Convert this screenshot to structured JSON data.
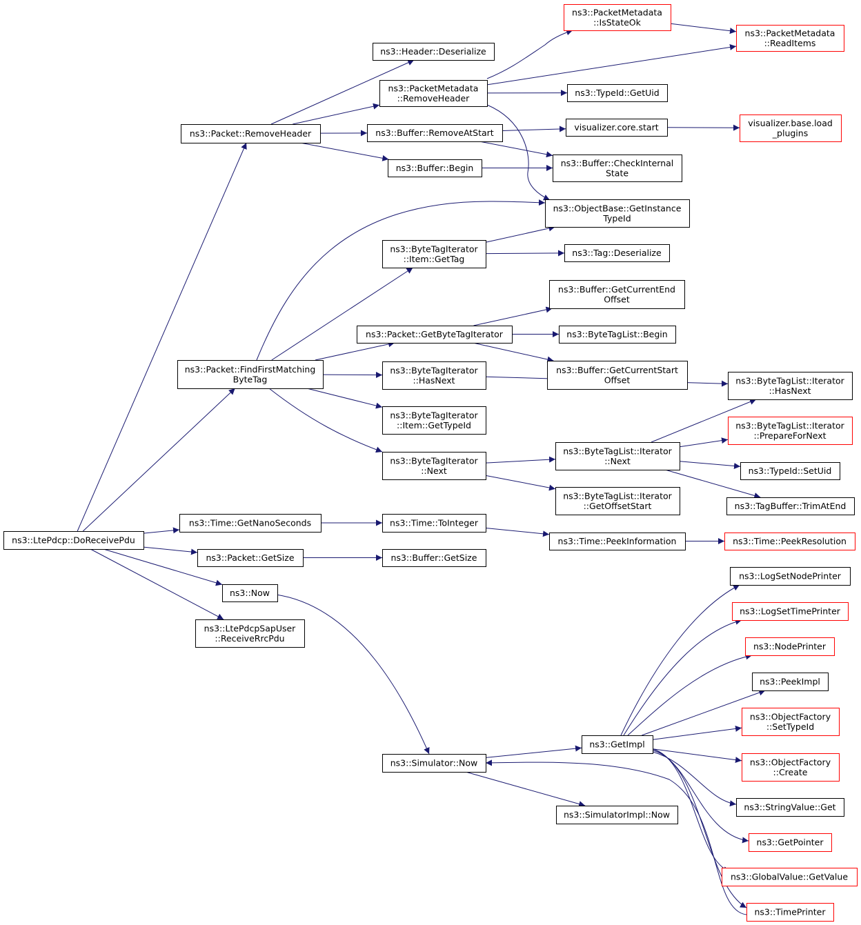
{
  "colors": {
    "edge": "#191970",
    "node_border_black": "#000000",
    "node_border_red": "#ff0000",
    "root_fill": "#bfbfbf",
    "background": "#ffffff"
  },
  "nodes": [
    {
      "id": "root",
      "lines": [
        "ns3::LtePdcp::DoReceivePdu"
      ],
      "border": "black",
      "root": true
    },
    {
      "id": "pkt_removeheader",
      "lines": [
        "ns3::Packet::RemoveHeader"
      ],
      "border": "black"
    },
    {
      "id": "hdr_deserialize",
      "lines": [
        "ns3::Header::Deserialize"
      ],
      "border": "black"
    },
    {
      "id": "pm_removeheader",
      "lines": [
        "ns3::PacketMetadata",
        "::RemoveHeader"
      ],
      "border": "black"
    },
    {
      "id": "pm_isstateok",
      "lines": [
        "ns3::PacketMetadata",
        "::IsStateOk"
      ],
      "border": "red"
    },
    {
      "id": "pm_readitems",
      "lines": [
        "ns3::PacketMetadata",
        "::ReadItems"
      ],
      "border": "red"
    },
    {
      "id": "typeid_getuid",
      "lines": [
        "ns3::TypeId::GetUid"
      ],
      "border": "black"
    },
    {
      "id": "buf_removeatstart",
      "lines": [
        "ns3::Buffer::RemoveAtStart"
      ],
      "border": "black"
    },
    {
      "id": "vis_core_start",
      "lines": [
        "visualizer.core.start"
      ],
      "border": "black"
    },
    {
      "id": "vis_base_load",
      "lines": [
        "visualizer.base.load",
        "_plugins"
      ],
      "border": "red"
    },
    {
      "id": "buf_begin",
      "lines": [
        "ns3::Buffer::Begin"
      ],
      "border": "black"
    },
    {
      "id": "buf_checkinternal",
      "lines": [
        "ns3::Buffer::CheckInternal",
        "State"
      ],
      "border": "black"
    },
    {
      "id": "objbase_getinstance",
      "lines": [
        "ns3::ObjectBase::GetInstance",
        "TypeId"
      ],
      "border": "black"
    },
    {
      "id": "bti_item_gettag",
      "lines": [
        "ns3::ByteTagIterator",
        "::Item::GetTag"
      ],
      "border": "black"
    },
    {
      "id": "tag_deserialize",
      "lines": [
        "ns3::Tag::Deserialize"
      ],
      "border": "black"
    },
    {
      "id": "buf_getcurrentend",
      "lines": [
        "ns3::Buffer::GetCurrentEnd",
        "Offset"
      ],
      "border": "black"
    },
    {
      "id": "pkt_getbytetagiter",
      "lines": [
        "ns3::Packet::GetByteTagIterator"
      ],
      "border": "black"
    },
    {
      "id": "btl_begin",
      "lines": [
        "ns3::ByteTagList::Begin"
      ],
      "border": "black"
    },
    {
      "id": "buf_getcurrentstart",
      "lines": [
        "ns3::Buffer::GetCurrentStart",
        "Offset"
      ],
      "border": "black"
    },
    {
      "id": "pkt_findfirst",
      "lines": [
        "ns3::Packet::FindFirstMatching",
        "ByteTag"
      ],
      "border": "black"
    },
    {
      "id": "bti_hasnext",
      "lines": [
        "ns3::ByteTagIterator",
        "::HasNext"
      ],
      "border": "black"
    },
    {
      "id": "btl_iter_hasnext",
      "lines": [
        "ns3::ByteTagList::Iterator",
        "::HasNext"
      ],
      "border": "black"
    },
    {
      "id": "bti_item_gettypeid",
      "lines": [
        "ns3::ByteTagIterator",
        "::Item::GetTypeId"
      ],
      "border": "black"
    },
    {
      "id": "btl_iter_preparefornext",
      "lines": [
        "ns3::ByteTagList::Iterator",
        "::PrepareForNext"
      ],
      "border": "red"
    },
    {
      "id": "btl_iter_next",
      "lines": [
        "ns3::ByteTagList::Iterator",
        "::Next"
      ],
      "border": "black"
    },
    {
      "id": "bti_next",
      "lines": [
        "ns3::ByteTagIterator",
        "::Next"
      ],
      "border": "black"
    },
    {
      "id": "typeid_setuid",
      "lines": [
        "ns3::TypeId::SetUid"
      ],
      "border": "black"
    },
    {
      "id": "btl_iter_getoffsetstart",
      "lines": [
        "ns3::ByteTagList::Iterator",
        "::GetOffsetStart"
      ],
      "border": "black"
    },
    {
      "id": "tagbuf_trimatend",
      "lines": [
        "ns3::TagBuffer::TrimAtEnd"
      ],
      "border": "black"
    },
    {
      "id": "time_getnanoseconds",
      "lines": [
        "ns3::Time::GetNanoSeconds"
      ],
      "border": "black"
    },
    {
      "id": "time_tointeger",
      "lines": [
        "ns3::Time::ToInteger"
      ],
      "border": "black"
    },
    {
      "id": "time_peekinformation",
      "lines": [
        "ns3::Time::PeekInformation"
      ],
      "border": "black"
    },
    {
      "id": "time_peekresolution",
      "lines": [
        "ns3::Time::PeekResolution"
      ],
      "border": "red"
    },
    {
      "id": "pkt_getsize",
      "lines": [
        "ns3::Packet::GetSize"
      ],
      "border": "black"
    },
    {
      "id": "buf_getsize",
      "lines": [
        "ns3::Buffer::GetSize"
      ],
      "border": "black"
    },
    {
      "id": "now",
      "lines": [
        "ns3::Now"
      ],
      "border": "black"
    },
    {
      "id": "sap_receiverrcpdu",
      "lines": [
        "ns3::LtePdcpSapUser",
        "::ReceiveRrcPdu"
      ],
      "border": "black"
    },
    {
      "id": "logsetnodeprinter",
      "lines": [
        "ns3::LogSetNodePrinter"
      ],
      "border": "black"
    },
    {
      "id": "logsettimeprinter",
      "lines": [
        "ns3::LogSetTimePrinter"
      ],
      "border": "red"
    },
    {
      "id": "nodeprinter",
      "lines": [
        "ns3::NodePrinter"
      ],
      "border": "red"
    },
    {
      "id": "peekimpl",
      "lines": [
        "ns3::PeekImpl"
      ],
      "border": "black"
    },
    {
      "id": "objfactory_settypeid",
      "lines": [
        "ns3::ObjectFactory",
        "::SetTypeId"
      ],
      "border": "red"
    },
    {
      "id": "getimpl",
      "lines": [
        "ns3::GetImpl"
      ],
      "border": "black"
    },
    {
      "id": "objfactory_create",
      "lines": [
        "ns3::ObjectFactory",
        "::Create"
      ],
      "border": "red"
    },
    {
      "id": "simulator_now",
      "lines": [
        "ns3::Simulator::Now"
      ],
      "border": "black"
    },
    {
      "id": "stringvalue_get",
      "lines": [
        "ns3::StringValue::Get"
      ],
      "border": "black"
    },
    {
      "id": "simulatorimpl_now",
      "lines": [
        "ns3::SimulatorImpl::Now"
      ],
      "border": "black"
    },
    {
      "id": "getpointer",
      "lines": [
        "ns3::GetPointer"
      ],
      "border": "red"
    },
    {
      "id": "globalvalue_getvalue",
      "lines": [
        "ns3::GlobalValue::GetValue"
      ],
      "border": "red"
    },
    {
      "id": "timeprinter",
      "lines": [
        "ns3::TimePrinter"
      ],
      "border": "red"
    }
  ],
  "edges": [
    [
      "root",
      "pkt_removeheader"
    ],
    [
      "root",
      "pkt_findfirst"
    ],
    [
      "root",
      "time_getnanoseconds"
    ],
    [
      "root",
      "pkt_getsize"
    ],
    [
      "root",
      "now"
    ],
    [
      "root",
      "sap_receiverrcpdu"
    ],
    [
      "pkt_removeheader",
      "hdr_deserialize"
    ],
    [
      "pkt_removeheader",
      "pm_removeheader"
    ],
    [
      "pkt_removeheader",
      "buf_removeatstart"
    ],
    [
      "pkt_removeheader",
      "buf_begin"
    ],
    [
      "pm_removeheader",
      "pm_isstateok"
    ],
    [
      "pm_removeheader",
      "pm_readitems"
    ],
    [
      "pm_removeheader",
      "typeid_getuid"
    ],
    [
      "pm_removeheader",
      "objbase_getinstance"
    ],
    [
      "pm_isstateok",
      "pm_readitems"
    ],
    [
      "buf_removeatstart",
      "vis_core_start"
    ],
    [
      "buf_removeatstart",
      "buf_checkinternal"
    ],
    [
      "vis_core_start",
      "vis_base_load"
    ],
    [
      "buf_begin",
      "buf_checkinternal"
    ],
    [
      "pkt_findfirst",
      "objbase_getinstance"
    ],
    [
      "pkt_findfirst",
      "bti_item_gettag"
    ],
    [
      "pkt_findfirst",
      "pkt_getbytetagiter"
    ],
    [
      "pkt_findfirst",
      "bti_hasnext"
    ],
    [
      "pkt_findfirst",
      "bti_item_gettypeid"
    ],
    [
      "pkt_findfirst",
      "bti_next"
    ],
    [
      "bti_item_gettag",
      "objbase_getinstance"
    ],
    [
      "bti_item_gettag",
      "tag_deserialize"
    ],
    [
      "pkt_getbytetagiter",
      "buf_getcurrentend"
    ],
    [
      "pkt_getbytetagiter",
      "btl_begin"
    ],
    [
      "pkt_getbytetagiter",
      "buf_getcurrentstart"
    ],
    [
      "bti_hasnext",
      "btl_iter_hasnext"
    ],
    [
      "bti_next",
      "btl_iter_next"
    ],
    [
      "bti_next",
      "btl_iter_getoffsetstart"
    ],
    [
      "btl_iter_next",
      "btl_iter_hasnext"
    ],
    [
      "btl_iter_next",
      "btl_iter_preparefornext"
    ],
    [
      "btl_iter_next",
      "typeid_setuid"
    ],
    [
      "btl_iter_next",
      "tagbuf_trimatend"
    ],
    [
      "time_getnanoseconds",
      "time_tointeger"
    ],
    [
      "time_tointeger",
      "time_peekinformation"
    ],
    [
      "time_peekinformation",
      "time_peekresolution"
    ],
    [
      "pkt_getsize",
      "buf_getsize"
    ],
    [
      "now",
      "simulator_now"
    ],
    [
      "simulator_now",
      "getimpl"
    ],
    [
      "simulator_now",
      "simulatorimpl_now"
    ],
    [
      "getimpl",
      "logsetnodeprinter"
    ],
    [
      "getimpl",
      "logsettimeprinter"
    ],
    [
      "getimpl",
      "nodeprinter"
    ],
    [
      "getimpl",
      "peekimpl"
    ],
    [
      "getimpl",
      "objfactory_settypeid"
    ],
    [
      "getimpl",
      "objfactory_create"
    ],
    [
      "getimpl",
      "stringvalue_get"
    ],
    [
      "getimpl",
      "getpointer"
    ],
    [
      "getimpl",
      "globalvalue_getvalue"
    ],
    [
      "getimpl",
      "timeprinter"
    ],
    [
      "timeprinter",
      "simulator_now"
    ]
  ]
}
